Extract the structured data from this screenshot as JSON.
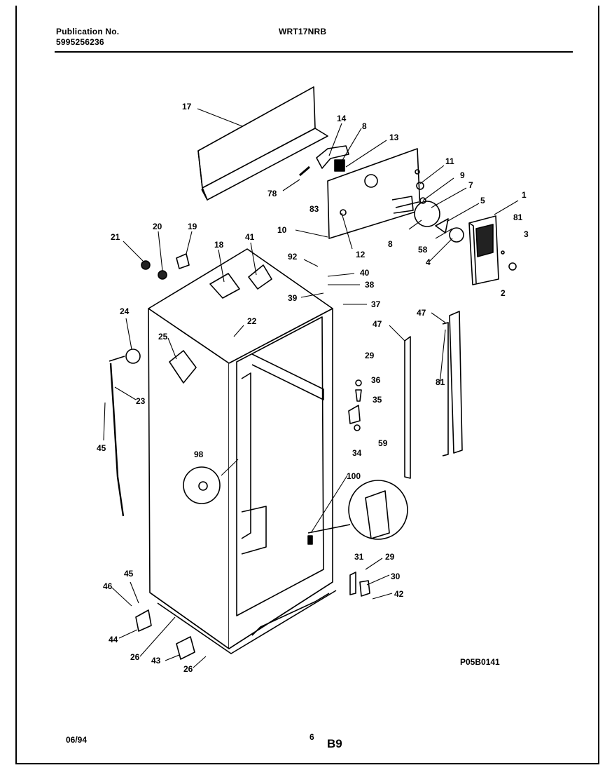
{
  "header": {
    "publication_label": "Publication No.",
    "publication_number": "5995256236",
    "model": "WRT17NRB"
  },
  "diagram": {
    "drawing_code": "P05B0141",
    "callouts": [
      "17",
      "14",
      "8",
      "13",
      "11",
      "9",
      "7",
      "1",
      "78",
      "83",
      "5",
      "81",
      "3",
      "10",
      "8",
      "58",
      "4",
      "2",
      "12",
      "21",
      "20",
      "19",
      "18",
      "41",
      "92",
      "40",
      "38",
      "39",
      "37",
      "24",
      "22",
      "25",
      "47",
      "47",
      "29",
      "36",
      "35",
      "23",
      "59",
      "34",
      "81",
      "45",
      "98",
      "100",
      "31",
      "29",
      "30",
      "42",
      "45",
      "46",
      "44",
      "26",
      "43",
      "26"
    ]
  },
  "footer": {
    "date": "06/94",
    "page_number": "6",
    "section": "B9"
  }
}
